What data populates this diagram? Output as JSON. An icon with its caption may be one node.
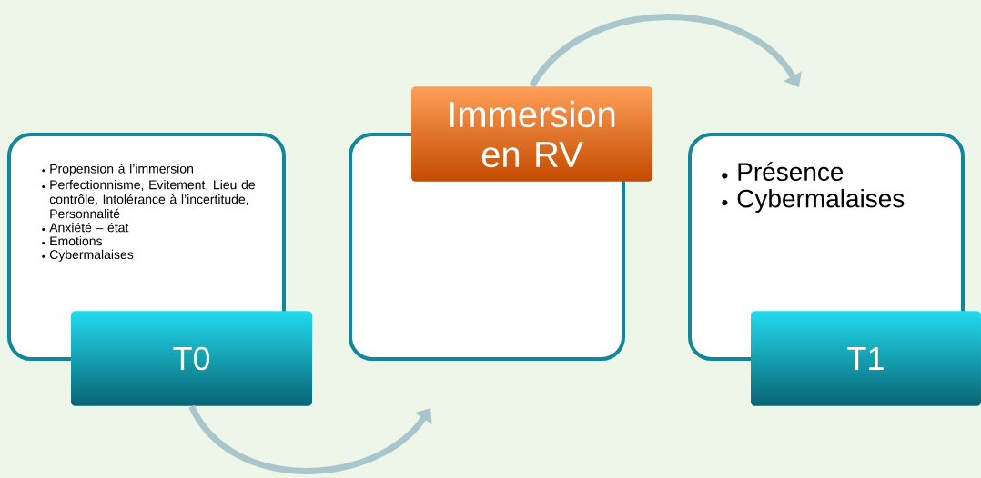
{
  "diagram": {
    "nodes": [
      {
        "text": [
          "Propension à l’immersion",
          "Perfectionnisme, Evitement, Lieu de contrôle, Intolérance à l’incertitude, Personnalité",
          "Anxiété – état",
          "Emotions",
          "Cybermalaises"
        ]
      },
      {
        "text": [
          "T0"
        ]
      },
      {
        "text": [],
        "shape": "box"
      },
      {
        "text": [
          "Immersion en RV"
        ]
      },
      {
        "text": [
          "Présence",
          "Cybermalaises"
        ]
      },
      {
        "text": [
          "T1"
        ]
      }
    ],
    "edges": [
      {
        "from": 1,
        "to": 2,
        "arrow": "to"
      },
      {
        "from": 3,
        "to": 4,
        "arrow": "to"
      }
    ]
  }
}
